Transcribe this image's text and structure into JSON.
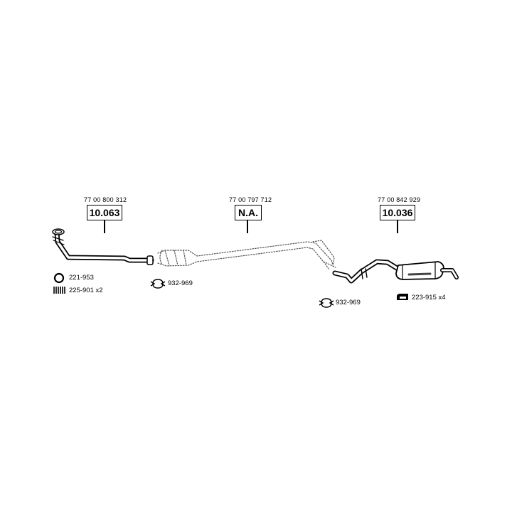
{
  "diagram": {
    "parts": [
      {
        "oe_number": "77 00 800 312",
        "part_number": "10.063"
      },
      {
        "oe_number": "77 00 797 712",
        "part_number": "N.A."
      },
      {
        "oe_number": "77 00 842 929",
        "part_number": "10.036"
      }
    ],
    "accessories": [
      {
        "code": "221-953",
        "icon": "gasket-ring-icon"
      },
      {
        "code": "225-901 x2",
        "icon": "spring-icon"
      },
      {
        "code": "932-969",
        "icon": "clamp-icon"
      },
      {
        "code": "932-969",
        "icon": "clamp-icon"
      },
      {
        "code": "223-915 x4",
        "icon": "rubber-mount-icon"
      }
    ]
  }
}
